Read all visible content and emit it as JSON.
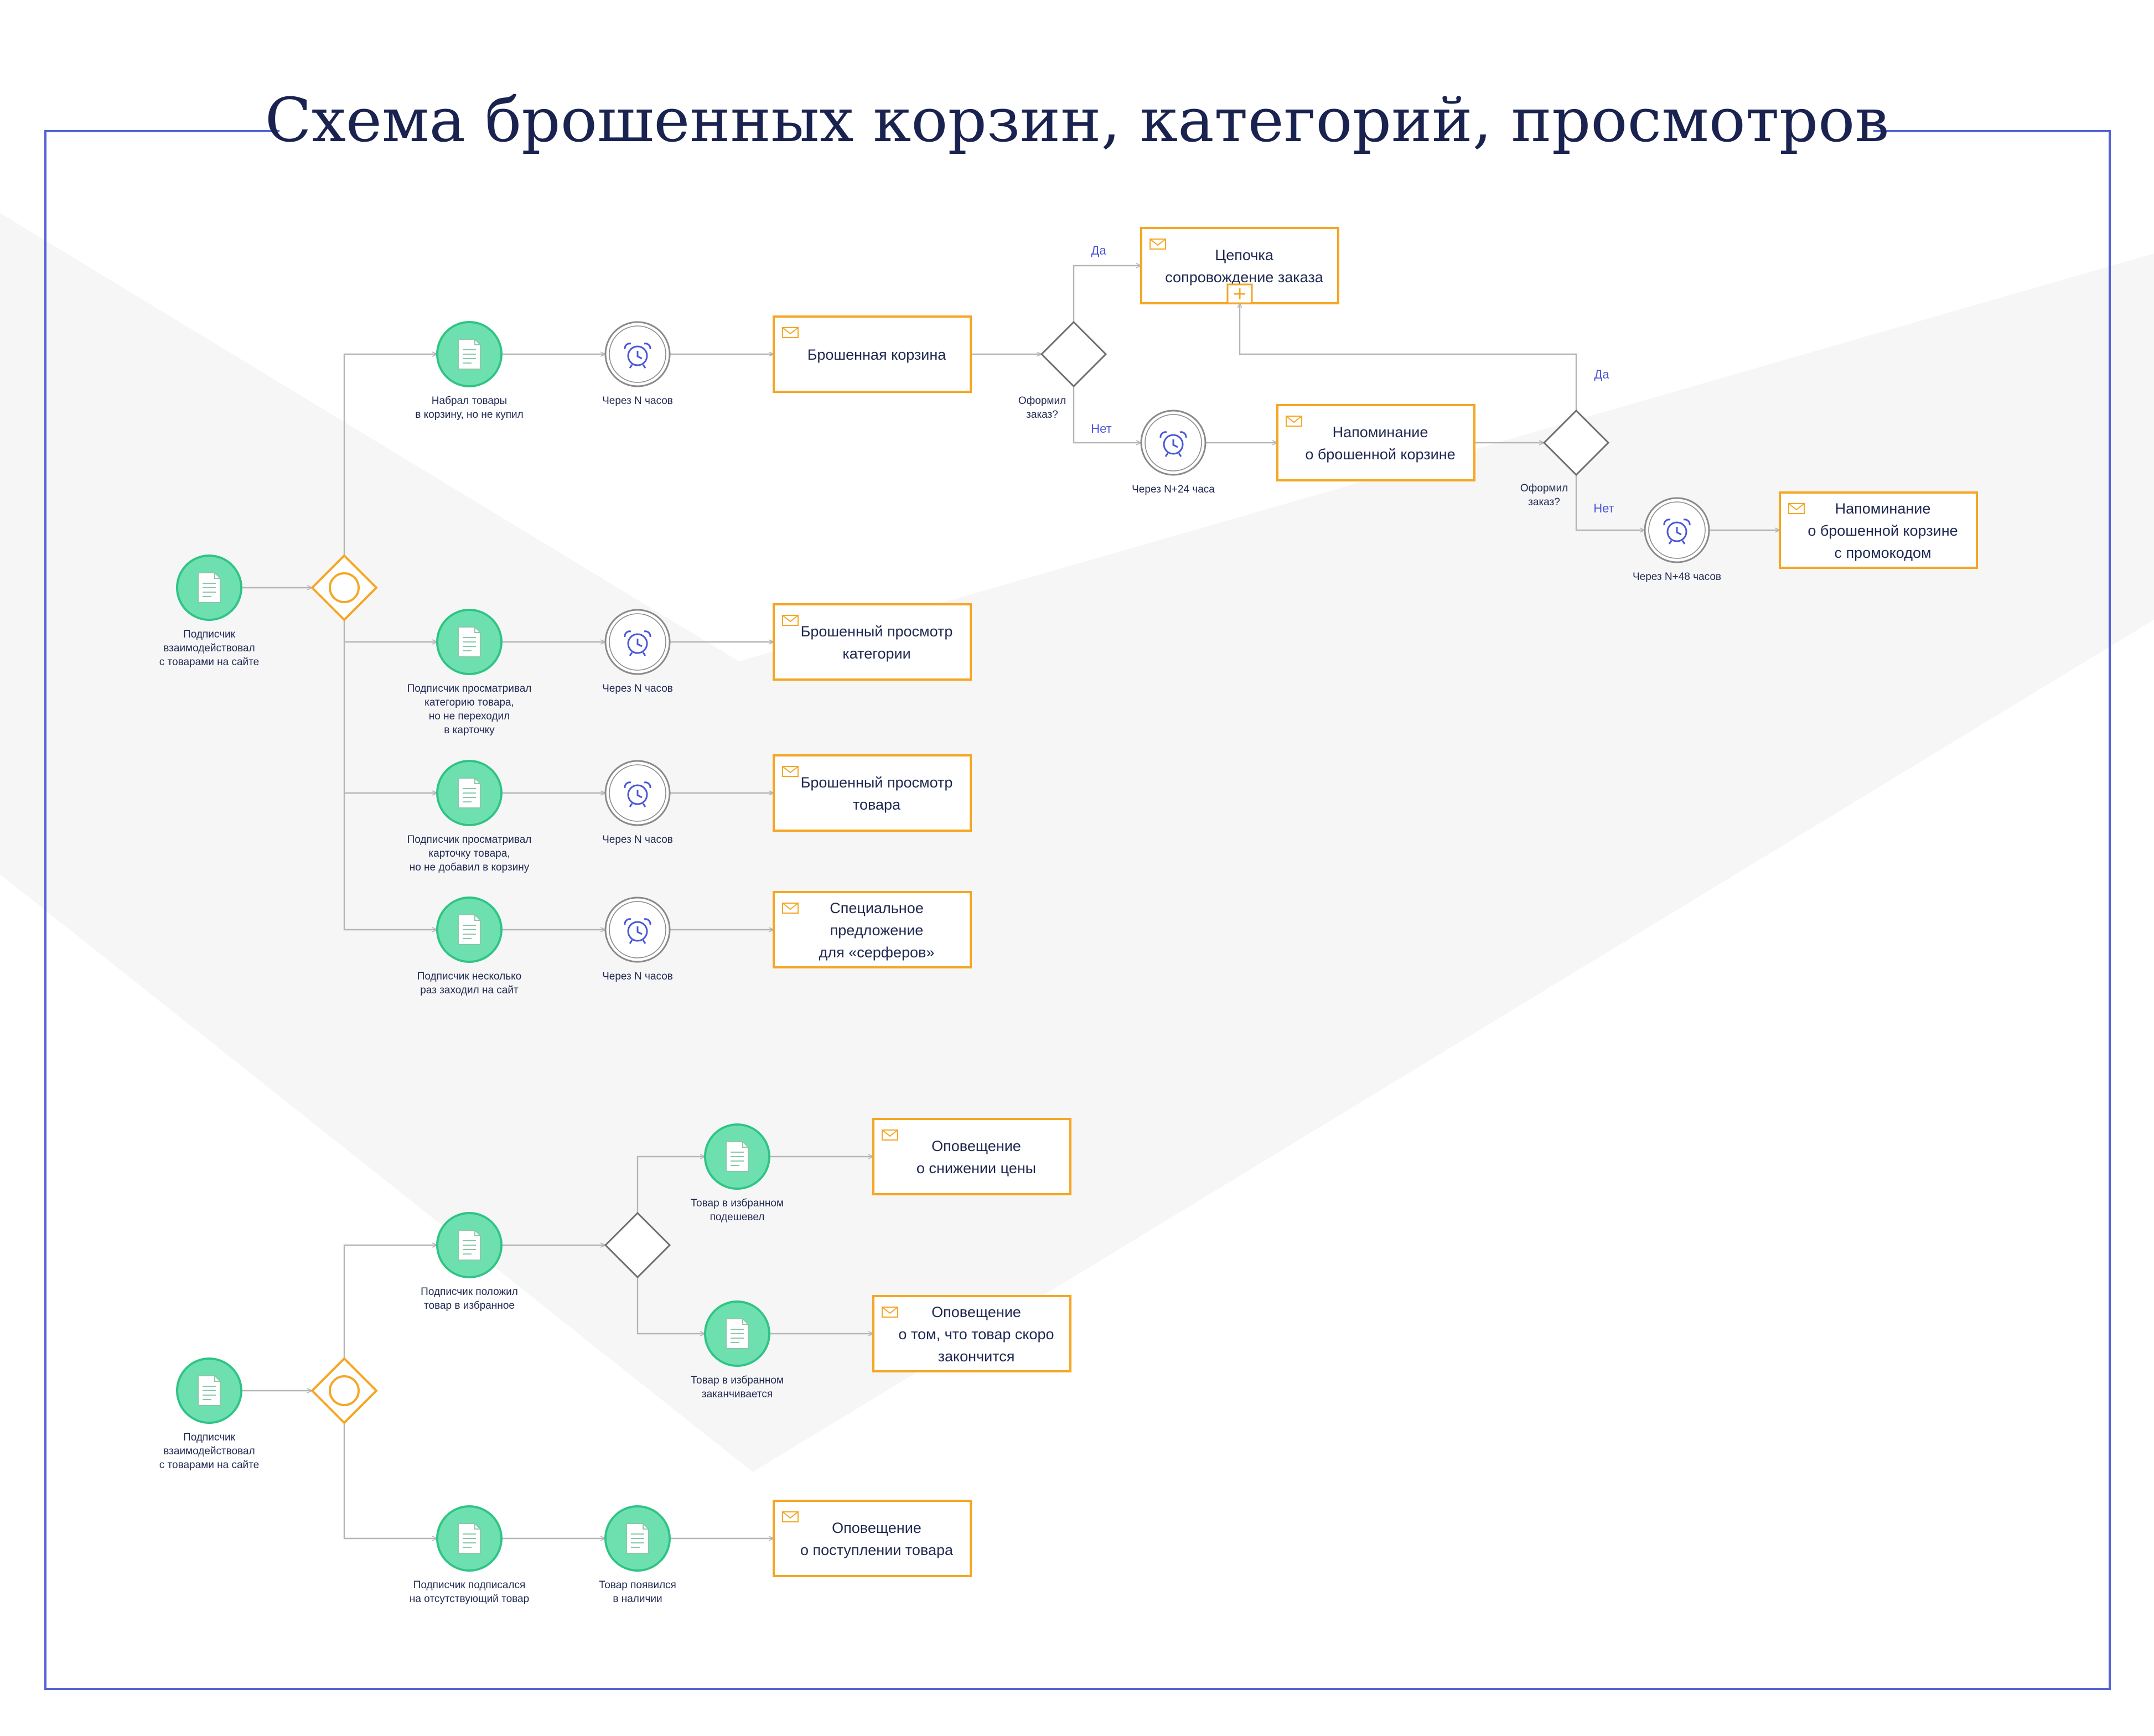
{
  "title": "Схема брошенных корзин, категорий, просмотров",
  "colors": {
    "frame": "#5563d6",
    "title": "#1a2350",
    "event_fill": "#6ee0b0",
    "event_stroke": "#2fc486",
    "gateway_orange": "#f5a623",
    "gateway_gray": "#6e6e6e",
    "timer_stroke": "#8a8a8a",
    "timer_icon": "#4a56d8",
    "task_stroke": "#f5a623",
    "connector": "#b5b5b5",
    "text_dark": "#1f2850",
    "branch_label": "#4a56d8",
    "watermark": "#f6f6f7"
  },
  "nodes": {
    "start1": {
      "label": [
        "Подписчик",
        "взаимодействовал",
        "с товарами на сайте"
      ]
    },
    "start2": {
      "label": [
        "Подписчик",
        "взаимодействовал",
        "с товарами на сайте"
      ]
    },
    "ev_cart": {
      "label": [
        "Набрал товары",
        "в корзину, но не купил"
      ]
    },
    "ev_category": {
      "label": [
        "Подписчик просматривал",
        "категорию товара,",
        "но не переходил",
        "в карточку"
      ]
    },
    "ev_product": {
      "label": [
        "Подписчик просматривал",
        "карточку товара,",
        "но не добавил в корзину"
      ]
    },
    "ev_surfer": {
      "label": [
        "Подписчик несколько",
        "раз заходил на сайт"
      ]
    },
    "ev_fav": {
      "label": [
        "Подписчик положил",
        "товар в избранное"
      ]
    },
    "ev_cheaper": {
      "label": [
        "Товар в избранном",
        "подешевел"
      ]
    },
    "ev_ending": {
      "label": [
        "Товар в избранном",
        "заканчивается"
      ]
    },
    "ev_absent": {
      "label": [
        "Подписчик подписался",
        "на отсутствующий товар"
      ]
    },
    "ev_appeared": {
      "label": [
        "Товар появился",
        "в наличии"
      ]
    },
    "tm1": {
      "label": [
        "Через N часов"
      ]
    },
    "tm2": {
      "label": [
        "Через N часов"
      ]
    },
    "tm3": {
      "label": [
        "Через N часов"
      ]
    },
    "tm4": {
      "label": [
        "Через N часов"
      ]
    },
    "tm24": {
      "label": [
        "Через N+24 часа"
      ]
    },
    "tm48": {
      "label": [
        "Через N+48 часов"
      ]
    },
    "gw1": {
      "label": [
        "Оформил",
        "заказ?"
      ]
    },
    "gw2": {
      "label": [
        "Оформил",
        "заказ?"
      ]
    },
    "t_cart": {
      "label": [
        "Брошенная корзина"
      ]
    },
    "t_chain": {
      "label": [
        "Цепочка",
        "сопровождение заказа"
      ]
    },
    "t_remind": {
      "label": [
        "Напоминание",
        "о брошенной корзине"
      ]
    },
    "t_promo": {
      "label": [
        "Напоминание",
        "о брошенной корзине",
        "с промокодом"
      ]
    },
    "t_category": {
      "label": [
        "Брошенный просмотр",
        "категории"
      ]
    },
    "t_product": {
      "label": [
        "Брошенный просмотр",
        "товара"
      ]
    },
    "t_surfer": {
      "label": [
        "Специальное",
        "предложение",
        "для «серферов»"
      ]
    },
    "t_price": {
      "label": [
        "Оповещение",
        "о снижении цены"
      ]
    },
    "t_ending": {
      "label": [
        "Оповещение",
        "о том, что товар скоро",
        "закончится"
      ]
    },
    "t_arrival": {
      "label": [
        "Оповещение",
        "о поступлении товара"
      ]
    }
  },
  "branch_labels": {
    "yes1": "Да",
    "no1": "Нет",
    "yes2": "Да",
    "no2": "Нет"
  },
  "icons": {
    "event": "document-icon",
    "timer": "alarm-clock-icon",
    "task": "envelope-icon",
    "subprocess": "plus-icon"
  }
}
